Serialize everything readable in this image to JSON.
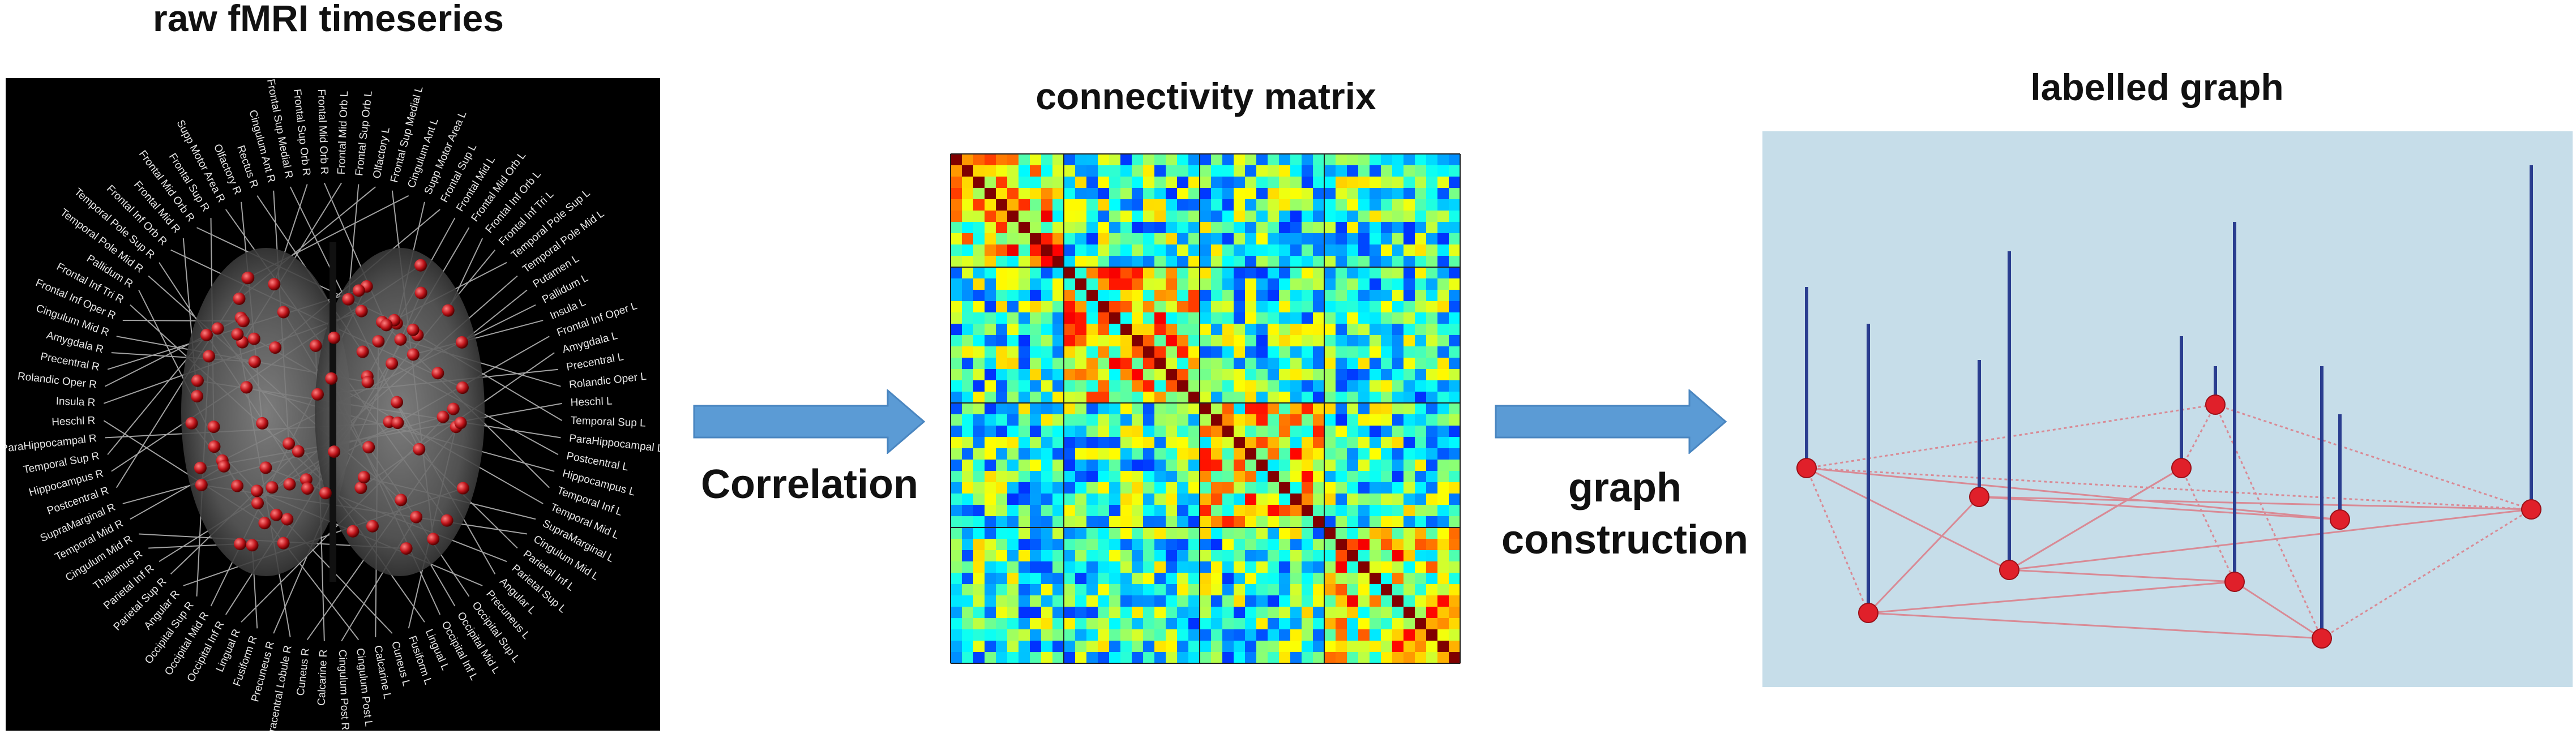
{
  "panels": {
    "brain": {
      "title": "raw fMRI timeseries",
      "region_labels": [
        "Frontal Mid Orb L",
        "Frontal Sup Orb L",
        "Olfactory L",
        "Frontal Sup Medial L",
        "Cingulum Ant L",
        "Supp Motor Area L",
        "Frontal Sup L",
        "Frontal Mid L",
        "Frontal Mid Orb L",
        "Frontal Inf Orb L",
        "Frontal Inf Tri L",
        "Temporal Pole Sup L",
        "Temporal Pole Mid L",
        "Putamen L",
        "Pallidum L",
        "Insula L",
        "Frontal Inf Oper L",
        "Amygdala L",
        "Precentral L",
        "Rolandic Oper L",
        "Heschl L",
        "Temporal Sup L",
        "ParaHippocampal L",
        "Postcentral L",
        "Hippocampus L",
        "Temporal Inf L",
        "Temporal Mid L",
        "SupraMarginal L",
        "Cingulum Mid L",
        "Parietal Inf L",
        "Parietal Sup L",
        "Angular L",
        "Precuneus L",
        "Occipital Sup L",
        "Occipital Mid L",
        "Occipital Inf L",
        "Lingual L",
        "Fusiform L",
        "Cuneus L",
        "Calcarine L",
        "Cingulum Post L",
        "Cingulum Post R",
        "Calcarine R",
        "Cuneus R",
        "Paracentral Lobule R",
        "Precuneus R",
        "Fusiform R",
        "Lingual R",
        "Occipital Inf R",
        "Occipital Mid R",
        "Occipital Sup R",
        "Angular R",
        "Parietal Sup R",
        "Parietal Inf R",
        "Thalamus R",
        "Cingulum Mid R",
        "Temporal Mid R",
        "SupraMarginal R",
        "Postcentral R",
        "Hippocampus R",
        "Temporal Sup R",
        "ParaHippocampal R",
        "Heschl R",
        "Insula R",
        "Rolandic Oper R",
        "Precentral R",
        "Amygdala R",
        "Cingulum Mid R",
        "Frontal Inf Oper R",
        "Frontal Inf Tri R",
        "Pallidum R",
        "Temporal Pole Mid R",
        "Temporal Pole Sup R",
        "Frontal Inf Orb R",
        "Frontal Mid R",
        "Frontal Mid Orb R",
        "Frontal Sup R",
        "Supp Motor Area R",
        "Olfactory R",
        "Rectus R",
        "Cingulum Ant R",
        "Frontal Sup Medial R",
        "Frontal Sup Orb R",
        "Frontal Mid Orb R"
      ]
    },
    "matrix": {
      "title": "connectivity matrix"
    },
    "graph": {
      "title": "labelled graph"
    }
  },
  "arrows": {
    "first": {
      "label": "Correlation"
    },
    "second": {
      "label_line1": "graph",
      "label_line2": "construction"
    }
  },
  "colors": {
    "arrow_fill": "#5b9bd5",
    "arrow_stroke": "#4a86c0",
    "graph_background": "#c6dde9",
    "node": "#e0202a",
    "stem": "#2a3d8f",
    "edge": "#d98a95",
    "brain_background": "#000000",
    "brain_dot": "#c0161c"
  }
}
